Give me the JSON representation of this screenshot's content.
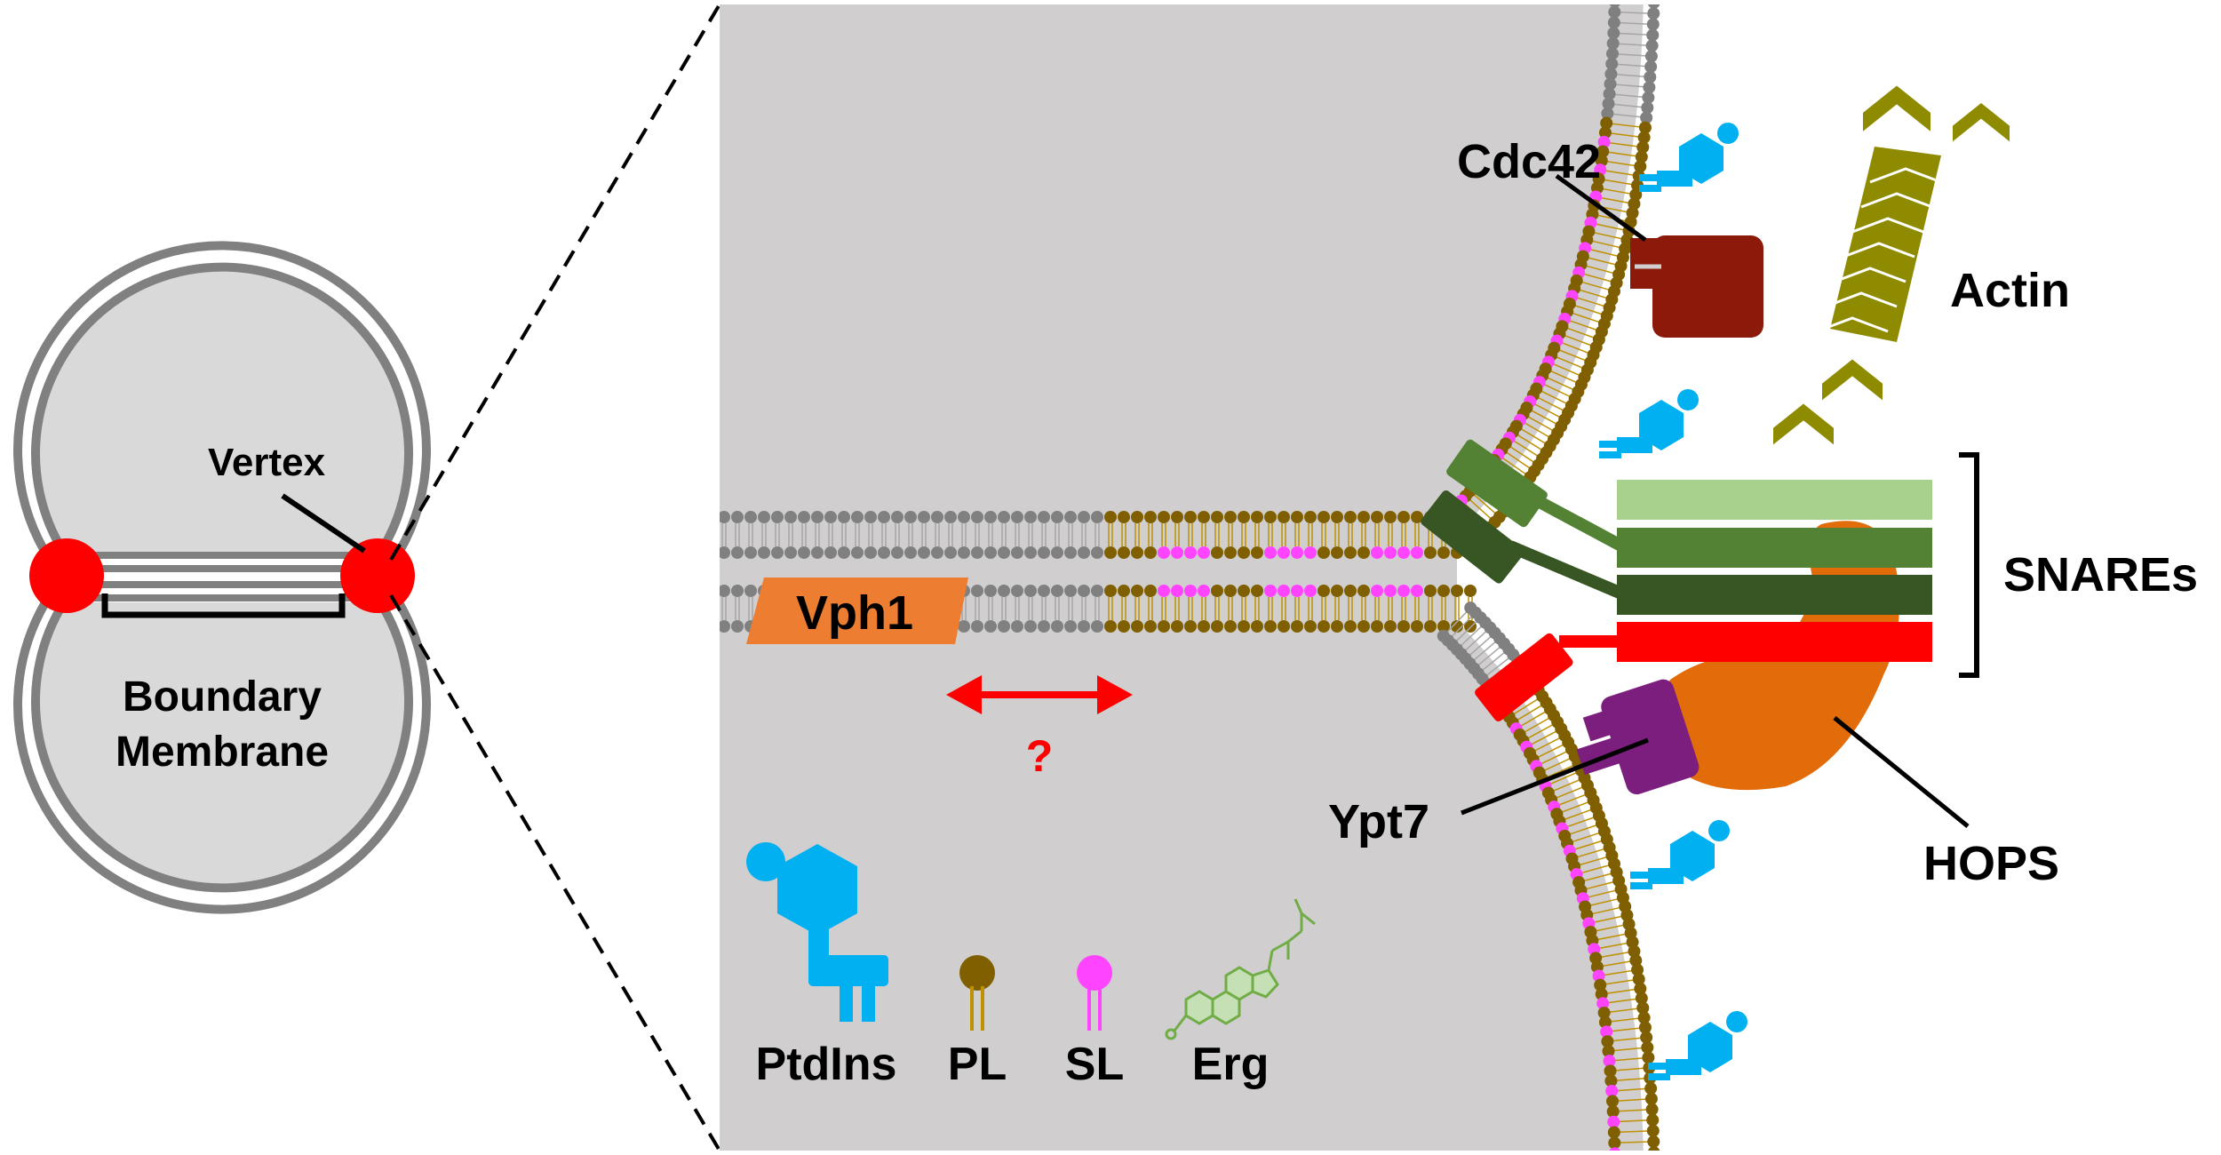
{
  "labels": {
    "vertex": "Vertex",
    "boundary_line1": "Boundary",
    "boundary_line2": "Membrane",
    "vph1": "Vph1",
    "question": "?",
    "cdc42": "Cdc42",
    "actin": "Actin",
    "snares": "SNAREs",
    "ypt7": "Ypt7",
    "hops": "HOPS"
  },
  "legend": [
    {
      "label": "PtdIns",
      "icon": "ptdins-icon"
    },
    {
      "label": "PL",
      "icon": "phospholipid-icon"
    },
    {
      "label": "SL",
      "icon": "sphingolipid-icon"
    },
    {
      "label": "Erg",
      "icon": "ergosterol-icon"
    }
  ],
  "colors": {
    "vertex_ring": "#ff0000",
    "vph1": "#ed7d31",
    "arrow": "#ff0000",
    "cdc42": "#8b1a0a",
    "actin": "#8e8b00",
    "snare_light": "#a9d18e",
    "snare_mid": "#548235",
    "snare_dark": "#375623",
    "snare_red": "#ff0000",
    "hops": "#e36c0a",
    "ypt7": "#7b1e7e",
    "ptdins": "#00b0f0",
    "pl": "#7f5f00",
    "sl": "#ff44ff",
    "erg": "#a9d18e",
    "background_panel": "#d0cece"
  }
}
